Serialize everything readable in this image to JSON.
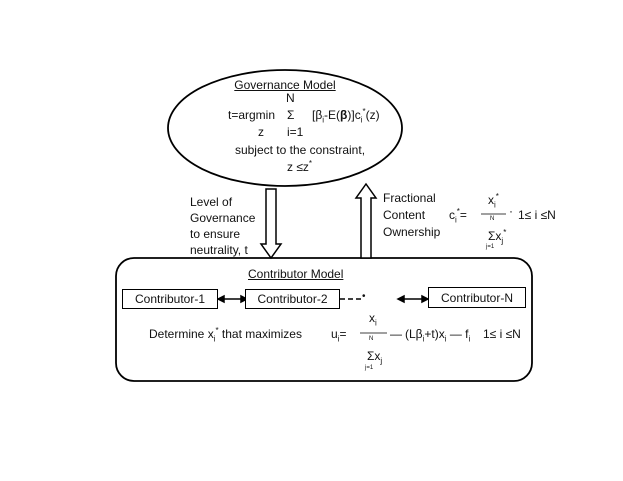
{
  "governance": {
    "title": "Governance Model",
    "sum_upper": "N",
    "objective_lhs": "t=argmin",
    "sum_symbol": "Σ",
    "sub_i": "i",
    "beta_bold": "β",
    "star": "*",
    "argmin_var": "z",
    "sum_lower": "i=1",
    "constraint_label": "subject to the constraint,",
    "constraint_expr": "z ≤z"
  },
  "arrows": {
    "level_label": [
      "Level of",
      "Governance",
      "to ensure",
      "neutrality, t"
    ],
    "ownership_label": [
      "Fractional",
      "Content",
      "Ownership"
    ]
  },
  "ownership_formula": {
    "sum_upper": "N",
    "dot": "·",
    "range": "1≤ i ≤N",
    "denominator_sum": "Σ",
    "sub_j": "j",
    "sum_lower": "j=1"
  },
  "contributor_model": {
    "title": "Contributor Model",
    "contributors": [
      "Contributor-1",
      "Contributor-2",
      "Contributor-N"
    ],
    "ellipsis": "•",
    "determine_prefix": "Determine x",
    "determine_suffix": " that maximizes"
  },
  "utility_formula": {
    "sum_upper": "N",
    "minus": "—",
    "range": "1≤ i ≤N",
    "denominator_sum": "Σ",
    "sub_j": "j",
    "sum_lower": "j=1"
  }
}
